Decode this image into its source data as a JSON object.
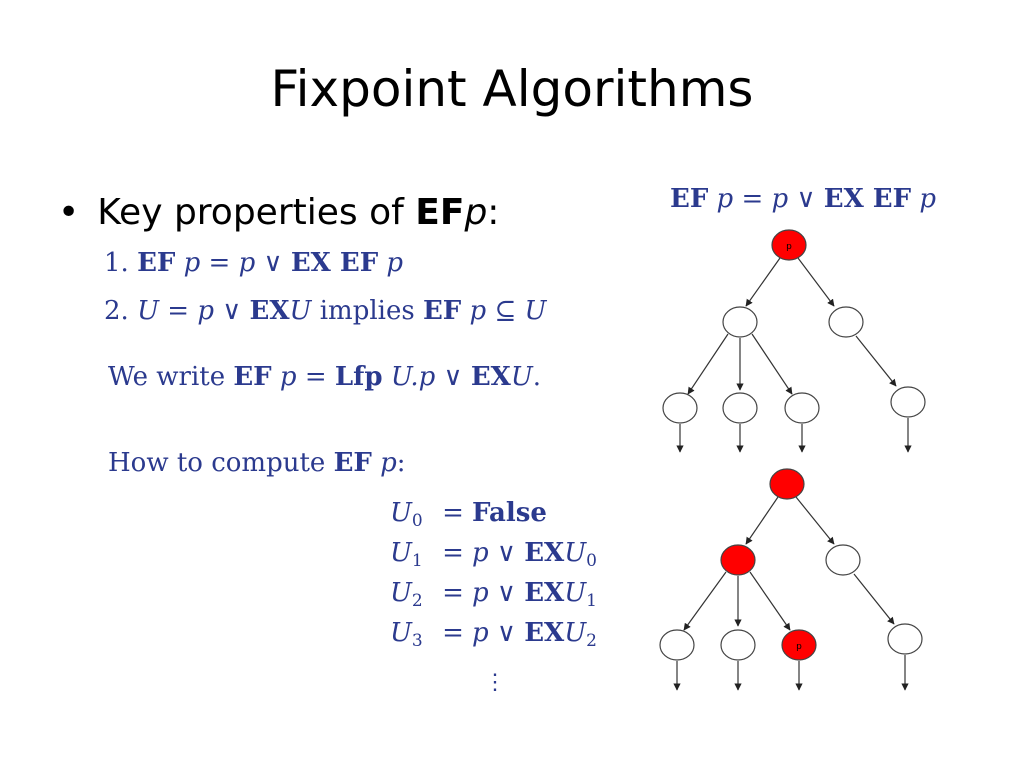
{
  "slide": {
    "title": "Fixpoint Algorithms",
    "bullet": {
      "text": "Key properties of ",
      "bold": "EF",
      "italic": "p",
      "suffix": ":"
    }
  },
  "properties": [
    {
      "num": "1.",
      "ef": "EF",
      "p1": "p",
      "eq": "=",
      "p2": "p",
      "or": "∨",
      "exef": "EX EF",
      "p3": "p"
    },
    {
      "num": "2.",
      "u": "U",
      "eq": "=",
      "p": "p",
      "or": "∨",
      "ex": "EX",
      "u2": "U",
      "implies": "implies",
      "ef": "EF",
      "p2": "p",
      "subset": "⊆",
      "u3": "U"
    }
  ],
  "we_write": {
    "prefix": "We write ",
    "ef": "EF",
    "p": "p",
    "eq": "=",
    "lfp": "Lfp",
    "u": "U",
    "dotp": ".p",
    "or": "∨",
    "ex": "EX",
    "u2": "U",
    "end": "."
  },
  "how_to": {
    "prefix": "How to compute ",
    "ef": "EF",
    "p": "p",
    "suffix": ":"
  },
  "iterations": [
    {
      "sym": "U",
      "idx": "0",
      "eq": "=",
      "rhs_bold": "False"
    },
    {
      "sym": "U",
      "idx": "1",
      "eq": "=",
      "p": "p",
      "or": "∨",
      "ex": "EX",
      "u": "U",
      "uidx": "0"
    },
    {
      "sym": "U",
      "idx": "2",
      "eq": "=",
      "p": "p",
      "or": "∨",
      "ex": "EX",
      "u": "U",
      "uidx": "1"
    },
    {
      "sym": "U",
      "idx": "3",
      "eq": "=",
      "p": "p",
      "or": "∨",
      "ex": "EX",
      "u": "U",
      "uidx": "2"
    }
  ],
  "vdots": "⋮",
  "diagram_heading": {
    "ef": "EF",
    "p1": "p",
    "eq": "=",
    "p2": "p",
    "or": "∨",
    "exef": "EX EF",
    "p3": "p"
  },
  "tree_labels": {
    "top_root": "p",
    "bottom_leaf": "p"
  },
  "colors": {
    "math_blue": "#2b3a8e",
    "node_red": "#ff0000",
    "node_white": "#ffffff"
  }
}
